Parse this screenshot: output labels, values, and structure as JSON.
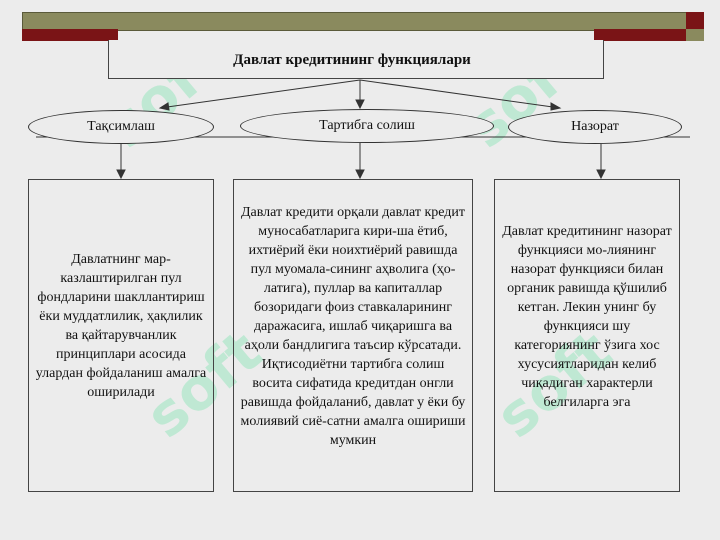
{
  "diagram": {
    "title": "Давлат кредитининг функциялари",
    "functions": [
      {
        "name": "Тақсимлаш",
        "description": "Давлатнинг мар-казлаштирилган пул фондларини шакллантириш ёки муддатлилик, ҳақлилик ва қайтарувчанлик принциплари асосида улардан фойдаланиш амалга оширилади"
      },
      {
        "name": "Тартибга солиш",
        "description": "Давлат кредити орқали давлат кредит муносабатларига кири-ша ётиб,  ихтиёрий ёки ноихтиёрий равишда пул муомала-сининг аҳволига (ҳо-латига), пуллар ва капиталлар бозоридаги фоиз ставкаларининг даражасига, ишлаб чиқаришга ва аҳоли бандлигига таъсир кўрсатади. Иқтисодиётни тартибга солиш восита сифатида кредитдан онгли равишда фойдаланиб, давлат у ёки бу молиявий сиё-сатни амалга ошириши мумкин"
      },
      {
        "name": "Назорат",
        "description": "Давлат кредитининг назорат функцияси мо-лиянинг назорат функцияси билан органик равишда қўшилиб кетган. Лекин унинг бу функцияси шу категориянинг ўзига хос хусусиятларидан келиб чиқадиган характерли белгиларга эга"
      }
    ]
  },
  "colors": {
    "band_olive": "#8a8a5e",
    "band_red": "#7a1416",
    "watermark": "#9be6c0"
  },
  "watermark": "soft"
}
